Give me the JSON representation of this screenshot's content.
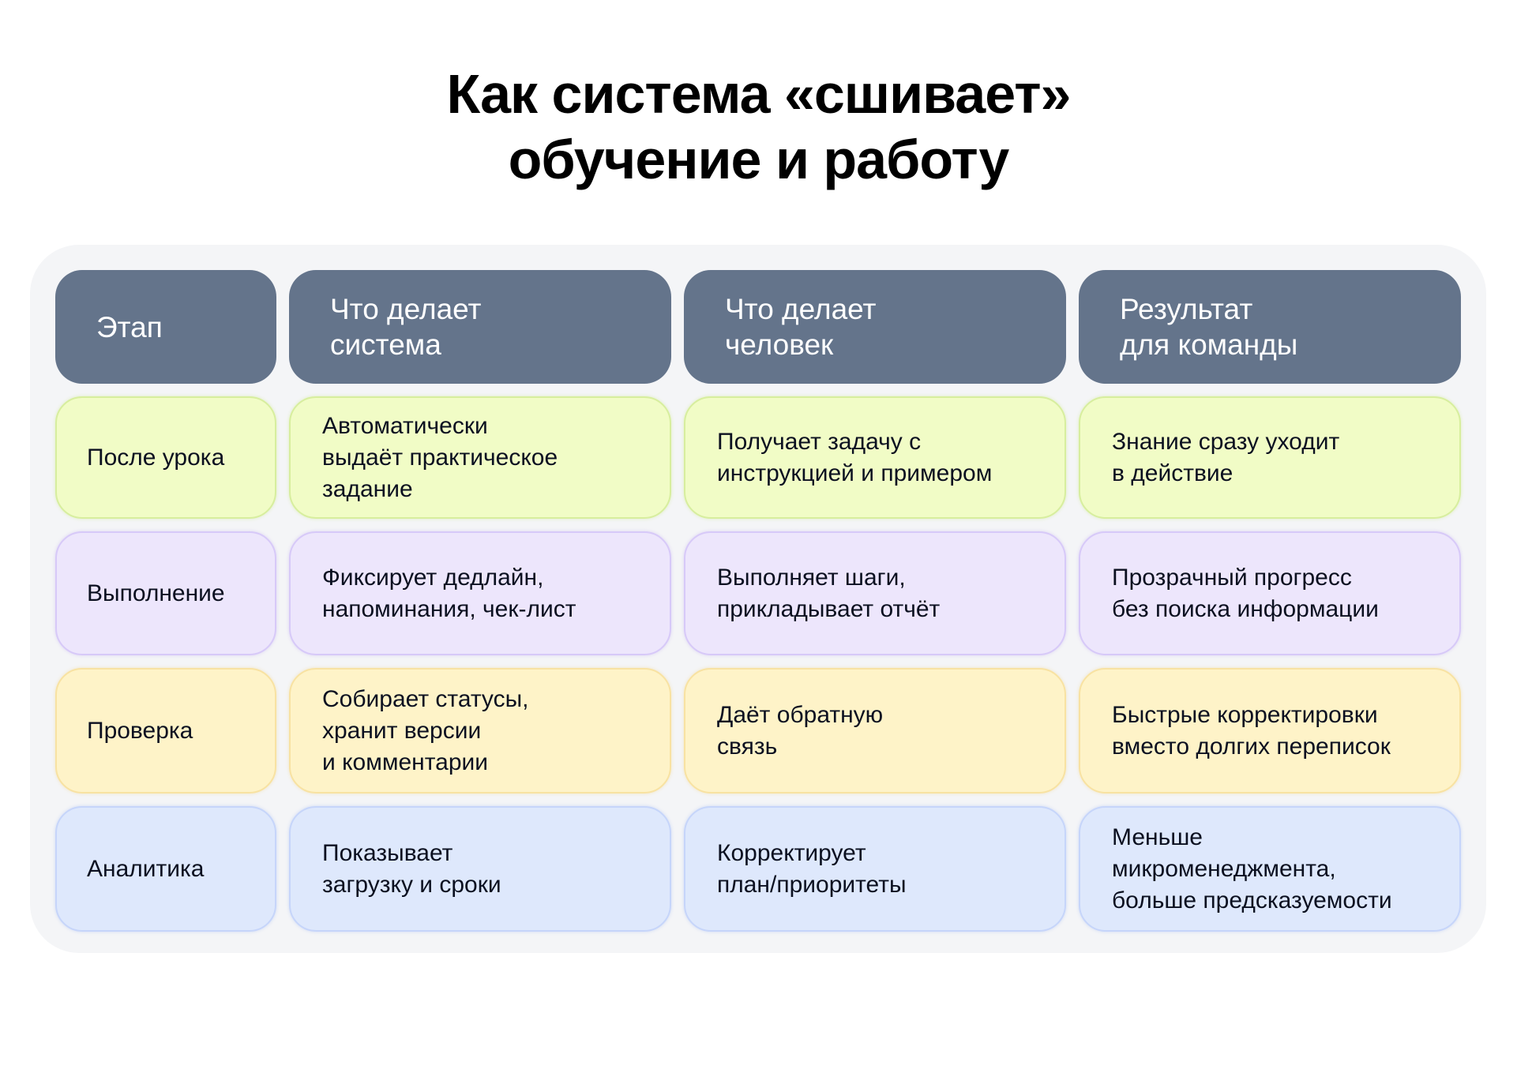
{
  "title": {
    "line1": "Как система «сшивает»",
    "line2": "обучение и работу"
  },
  "colors": {
    "header_bg": "#64748B",
    "board_bg": "#F4F5F7",
    "row_after_lesson": "#F1FCC6",
    "row_execution": "#EDE6FC",
    "row_review": "#FEF3C8",
    "row_analytics": "#DEE8FC"
  },
  "table": {
    "headers": [
      "Этап",
      "Что делает\nсистема",
      "Что делает\nчеловек",
      "Результат\nдля команды"
    ],
    "rows": [
      {
        "stage": "После урока",
        "system": "Автоматически\nвыдаёт практическое\nзадание",
        "human": "Получает задачу с\nинструкцией и примером",
        "result": "Знание сразу уходит\nв действие"
      },
      {
        "stage": "Выполнение",
        "system": "Фиксирует дедлайн,\nнапоминания, чек-лист",
        "human": "Выполняет шаги,\nприкладывает отчёт",
        "result": "Прозрачный прогресс\nбез поиска информации"
      },
      {
        "stage": "Проверка",
        "system": "Собирает статусы,\nхранит версии\nи комментарии",
        "human": "Даёт обратную\nсвязь",
        "result": "Быстрые корректировки\nвместо долгих переписок"
      },
      {
        "stage": "Аналитика",
        "system": "Показывает\nзагрузку и сроки",
        "human": "Корректирует\nплан/приоритеты",
        "result": "Меньше\nмикроменеджмента,\nбольше предсказуемости"
      }
    ]
  }
}
